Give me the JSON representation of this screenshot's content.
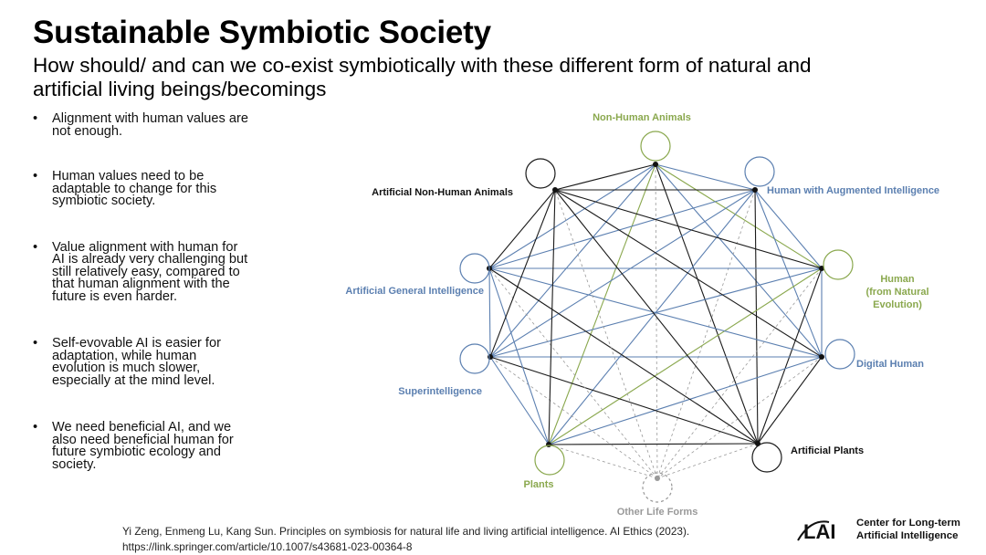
{
  "slide": {
    "title": "Sustainable Symbiotic Society",
    "subtitle": "How should/ and can we co-exist symbiotically with these different form of natural and artificial living beings/becomings",
    "bullets": [
      [
        "Alignment with human values are",
        "not enough."
      ],
      [
        "Human values need to be",
        "adaptable to change for this",
        "symbiotic society."
      ],
      [
        "Value alignment with human for",
        "AI is already very challenging but",
        "still relatively easy, compared to",
        "that human alignment with the",
        "future is even harder."
      ],
      [
        "Self-evovable AI is easier for",
        "adaptation, while human",
        "evolution is much slower,",
        "especially at the mind level."
      ],
      [
        "We need beneficial AI, and we",
        "also need beneficial human for",
        "future symbiotic ecology and",
        "society."
      ]
    ],
    "bullet_symbol": "•"
  },
  "diagram": {
    "colors": {
      "human": "#8aa84e",
      "ai": "#5b7fb0",
      "artificial": "#1a1a1a",
      "other": "#999999"
    },
    "nodes": [
      {
        "id": "non-human-animals",
        "label_lines": [
          "Non-Human Animals"
        ],
        "group": "human"
      },
      {
        "id": "human-augmented",
        "label_lines": [
          "Human with Augmented Intelligence"
        ],
        "group": "ai"
      },
      {
        "id": "human-natural",
        "label_lines": [
          "Human",
          "(from Natural",
          "Evolution)"
        ],
        "group": "human"
      },
      {
        "id": "digital-human",
        "label_lines": [
          "Digital Human"
        ],
        "group": "ai"
      },
      {
        "id": "artificial-plants",
        "label_lines": [
          "Artificial Plants"
        ],
        "group": "artificial"
      },
      {
        "id": "other-life-forms",
        "label_lines": [
          "Other Life Forms"
        ],
        "group": "other"
      },
      {
        "id": "plants",
        "label_lines": [
          "Plants"
        ],
        "group": "human"
      },
      {
        "id": "superintelligence",
        "label_lines": [
          "Superintelligence"
        ],
        "group": "ai"
      },
      {
        "id": "agi",
        "label_lines": [
          "Artificial General Intelligence"
        ],
        "group": "ai"
      },
      {
        "id": "artificial-non-human-animals",
        "label_lines": [
          "Artificial Non-Human Animals"
        ],
        "group": "artificial"
      }
    ]
  },
  "reference": {
    "line1": "Yi Zeng, Enmeng Lu, Kang Sun. Principles on symbiosis for natural life and living artificial intelligence. AI Ethics (2023).",
    "line2": "https://link.springer.com/article/10.1007/s43681-023-00364-8"
  },
  "logo": {
    "mark_text": "LAI",
    "line1": "Center for Long-term",
    "line2": "Artificial Intelligence"
  }
}
